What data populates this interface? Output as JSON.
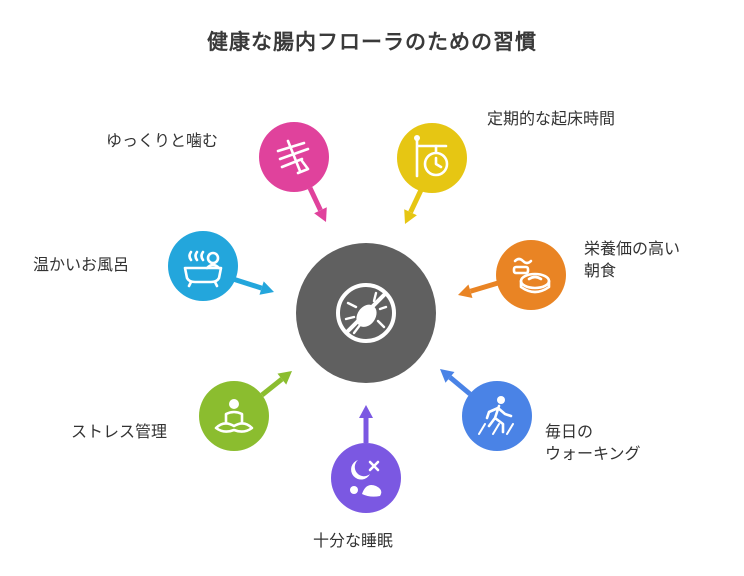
{
  "title": "健康な腸内フローラのための習慣",
  "center": {
    "color": "#606060",
    "icon": "no-bacteria-icon"
  },
  "habits": [
    {
      "id": "chew",
      "label": "ゆっくりと噛む",
      "color": "#e0429c",
      "icon": "chewing-icon"
    },
    {
      "id": "wake",
      "label": "定期的な起床時間",
      "color": "#e6c613",
      "icon": "clock-sign-icon"
    },
    {
      "id": "bath",
      "label": "温かいお風呂",
      "color": "#23a6dc",
      "icon": "bathtub-icon"
    },
    {
      "id": "breakfast",
      "label": "栄養価の高い\n朝食",
      "color": "#e98424",
      "icon": "food-bowl-icon"
    },
    {
      "id": "stress",
      "label": "ストレス管理",
      "color": "#8bbd2f",
      "icon": "meditation-icon"
    },
    {
      "id": "walk",
      "label": "毎日の\nウォーキング",
      "color": "#4a83e6",
      "icon": "walking-icon"
    },
    {
      "id": "sleep",
      "label": "十分な睡眠",
      "color": "#7b58e2",
      "icon": "sleep-icon"
    }
  ]
}
